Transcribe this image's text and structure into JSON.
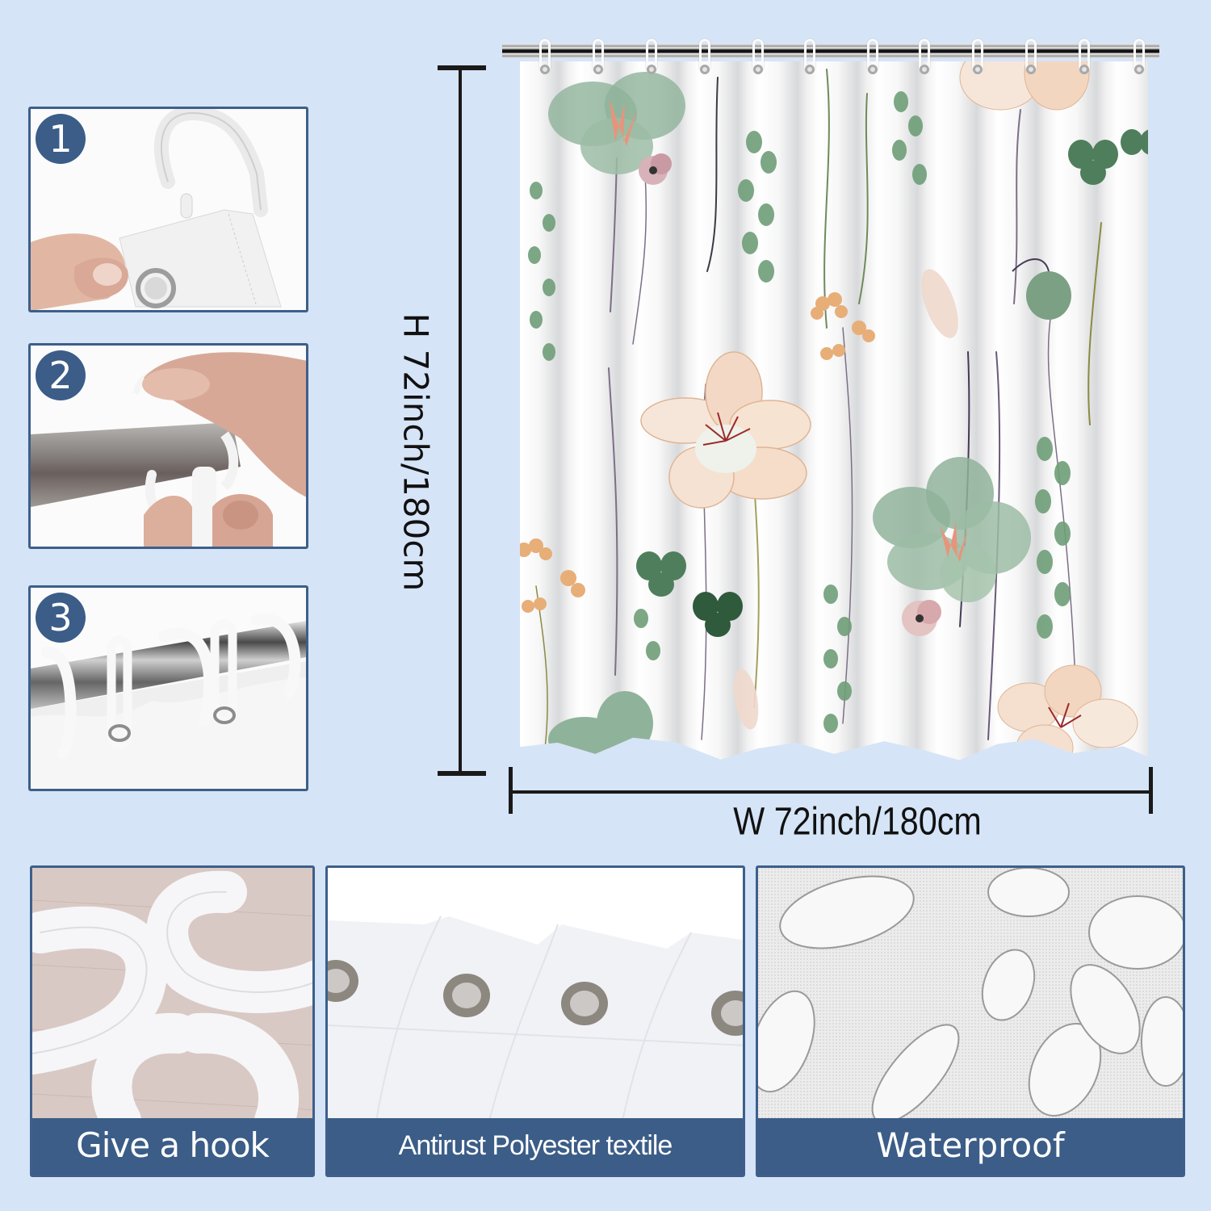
{
  "colors": {
    "background": "#d6e4f7",
    "accent_blue": "#3b5d87",
    "panel_border": "#3d5f8a",
    "dimension_line": "#1a1a1a",
    "caption_text": "#ffffff"
  },
  "steps": [
    {
      "number": "1",
      "description_image": "hook-opening-grommet-photo"
    },
    {
      "number": "2",
      "description_image": "hook-on-rod-photo"
    },
    {
      "number": "3",
      "description_image": "hooks-on-rod-curtain-photo"
    }
  ],
  "product": {
    "name": "floral-shower-curtain",
    "hook_count": 12,
    "pattern": "watercolor-botanical"
  },
  "dimensions": {
    "height_label": "H 72inch/180cm",
    "width_label": "W 72inch/180cm"
  },
  "features": [
    {
      "caption": "Give a hook",
      "image": "white-plastic-c-hooks"
    },
    {
      "caption": "Antirust Polyester textile",
      "image": "metal-grommets-fabric"
    },
    {
      "caption": "Waterproof",
      "image": "water-beads-on-fabric"
    }
  ]
}
